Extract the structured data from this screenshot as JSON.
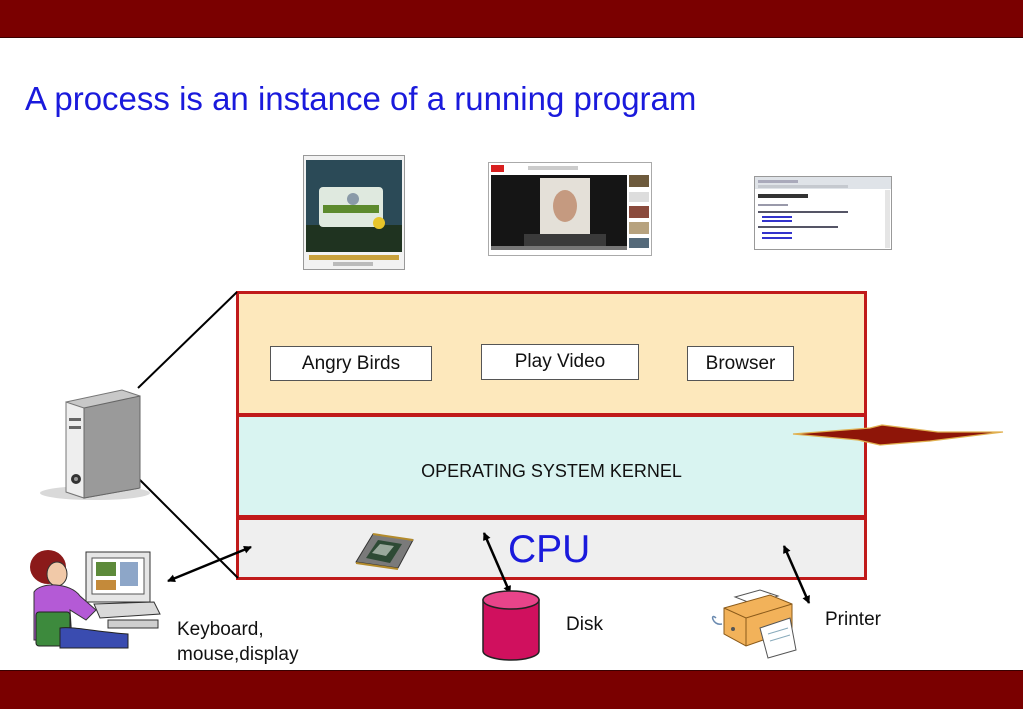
{
  "title": "A process is an instance of a running program",
  "apps": {
    "angry_birds": "Angry Birds",
    "play_video": "Play Video",
    "browser": "Browser"
  },
  "kernel": "OPERATING SYSTEM KERNEL",
  "cpu": "CPU",
  "devices": {
    "io_line1": "Keyboard,",
    "io_line2": "mouse,display",
    "disk": "Disk",
    "printer": "Printer"
  },
  "colors": {
    "header_bar": "#7a0000",
    "title_text": "#1a1adc",
    "layer_border": "#c01a1a",
    "apps_layer": "#fde8bc",
    "kernel_layer": "#d9f4f1",
    "cpu_layer": "#efefef",
    "disk": "#d0105e"
  },
  "icons": [
    "computer-tower-icon",
    "user-at-computer-icon",
    "cpu-chip-icon",
    "disk-cylinder-icon",
    "printer-icon",
    "lightning-icon"
  ]
}
